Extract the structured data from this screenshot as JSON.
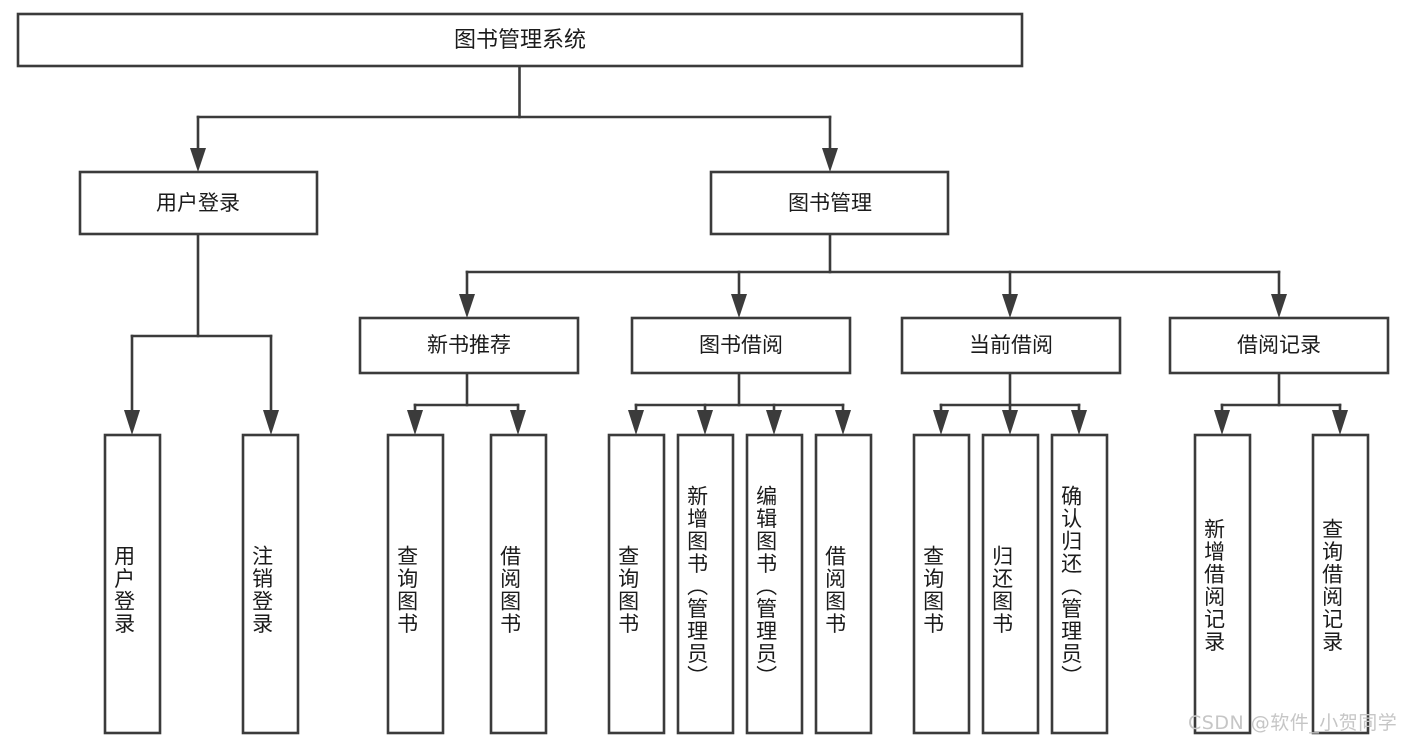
{
  "diagram": {
    "title": "图书管理系统",
    "type": "tree",
    "root": {
      "id": "root",
      "label": "图书管理系统"
    },
    "level2": [
      {
        "id": "user-login",
        "label": "用户登录"
      },
      {
        "id": "book-manage",
        "label": "图书管理"
      }
    ],
    "level3": [
      {
        "id": "new-book-recommend",
        "label": "新书推荐"
      },
      {
        "id": "book-borrow",
        "label": "图书借阅"
      },
      {
        "id": "current-borrow",
        "label": "当前借阅"
      },
      {
        "id": "borrow-record",
        "label": "借阅记录"
      }
    ],
    "leaves": {
      "user-login": [
        {
          "id": "leaf-user-login",
          "label": "用户登录"
        },
        {
          "id": "leaf-logout",
          "label": "注销登录"
        }
      ],
      "new-book-recommend": [
        {
          "id": "leaf-query-book-1",
          "label": "查询图书"
        },
        {
          "id": "leaf-borrow-book-1",
          "label": "借阅图书"
        }
      ],
      "book-borrow": [
        {
          "id": "leaf-query-book-2",
          "label": "查询图书"
        },
        {
          "id": "leaf-add-book",
          "label": "新增图书（管理员）"
        },
        {
          "id": "leaf-edit-book",
          "label": "编辑图书（管理员）"
        },
        {
          "id": "leaf-borrow-book-2",
          "label": "借阅图书"
        }
      ],
      "current-borrow": [
        {
          "id": "leaf-query-book-3",
          "label": "查询图书"
        },
        {
          "id": "leaf-return-book",
          "label": "归还图书"
        },
        {
          "id": "leaf-confirm-return",
          "label": "确认归还（管理员）"
        }
      ],
      "borrow-record": [
        {
          "id": "leaf-add-record",
          "label": "新增借阅记录"
        },
        {
          "id": "leaf-query-record",
          "label": "查询借阅记录"
        }
      ]
    }
  },
  "watermark": {
    "text": "CSDN @软件_小贺同学"
  },
  "colors": {
    "box_stroke": "#3b3b3b",
    "box_fill": "#ffffff",
    "text": "#1b1b1b",
    "background": "#ffffff",
    "watermark": "#c6c6c6"
  }
}
